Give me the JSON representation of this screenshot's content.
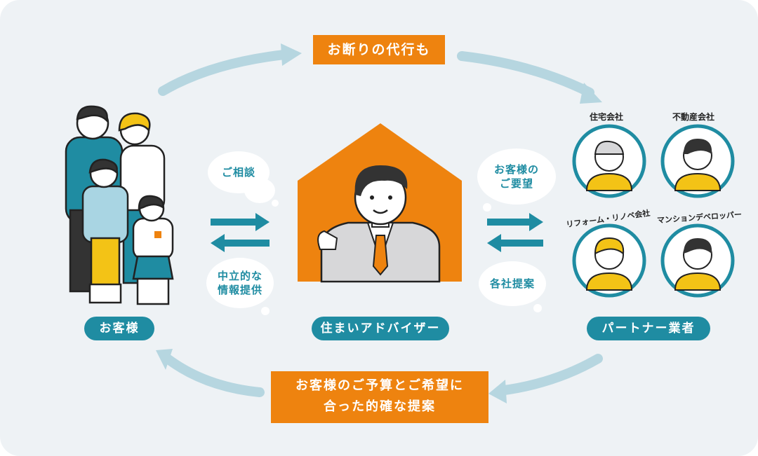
{
  "top_banner": "お断りの代行も",
  "bottom_banner": [
    "お客様のご予算とご希望に",
    "合った的確な提案"
  ],
  "customer_label": "お客様",
  "advisor_label": "住まいアドバイザー",
  "partner_label": "パートナー業者",
  "bubbles": {
    "consult": "ご相談",
    "neutral_info": [
      "中立的な",
      "情報提供"
    ],
    "request": [
      "お客様の",
      "ご要望"
    ],
    "proposal": "各社提案"
  },
  "partners": {
    "housing": "住宅会社",
    "real_estate": "不動産会社",
    "reform": "リフォーム・リノベ会社",
    "mansion": "マンションデベロッパー"
  },
  "colors": {
    "background": "#eef2f5",
    "accent_orange": "#ee830f",
    "teal": "#1f8ca2",
    "light_arrow": "#b6d6e0",
    "yellow": "#f3c316"
  }
}
